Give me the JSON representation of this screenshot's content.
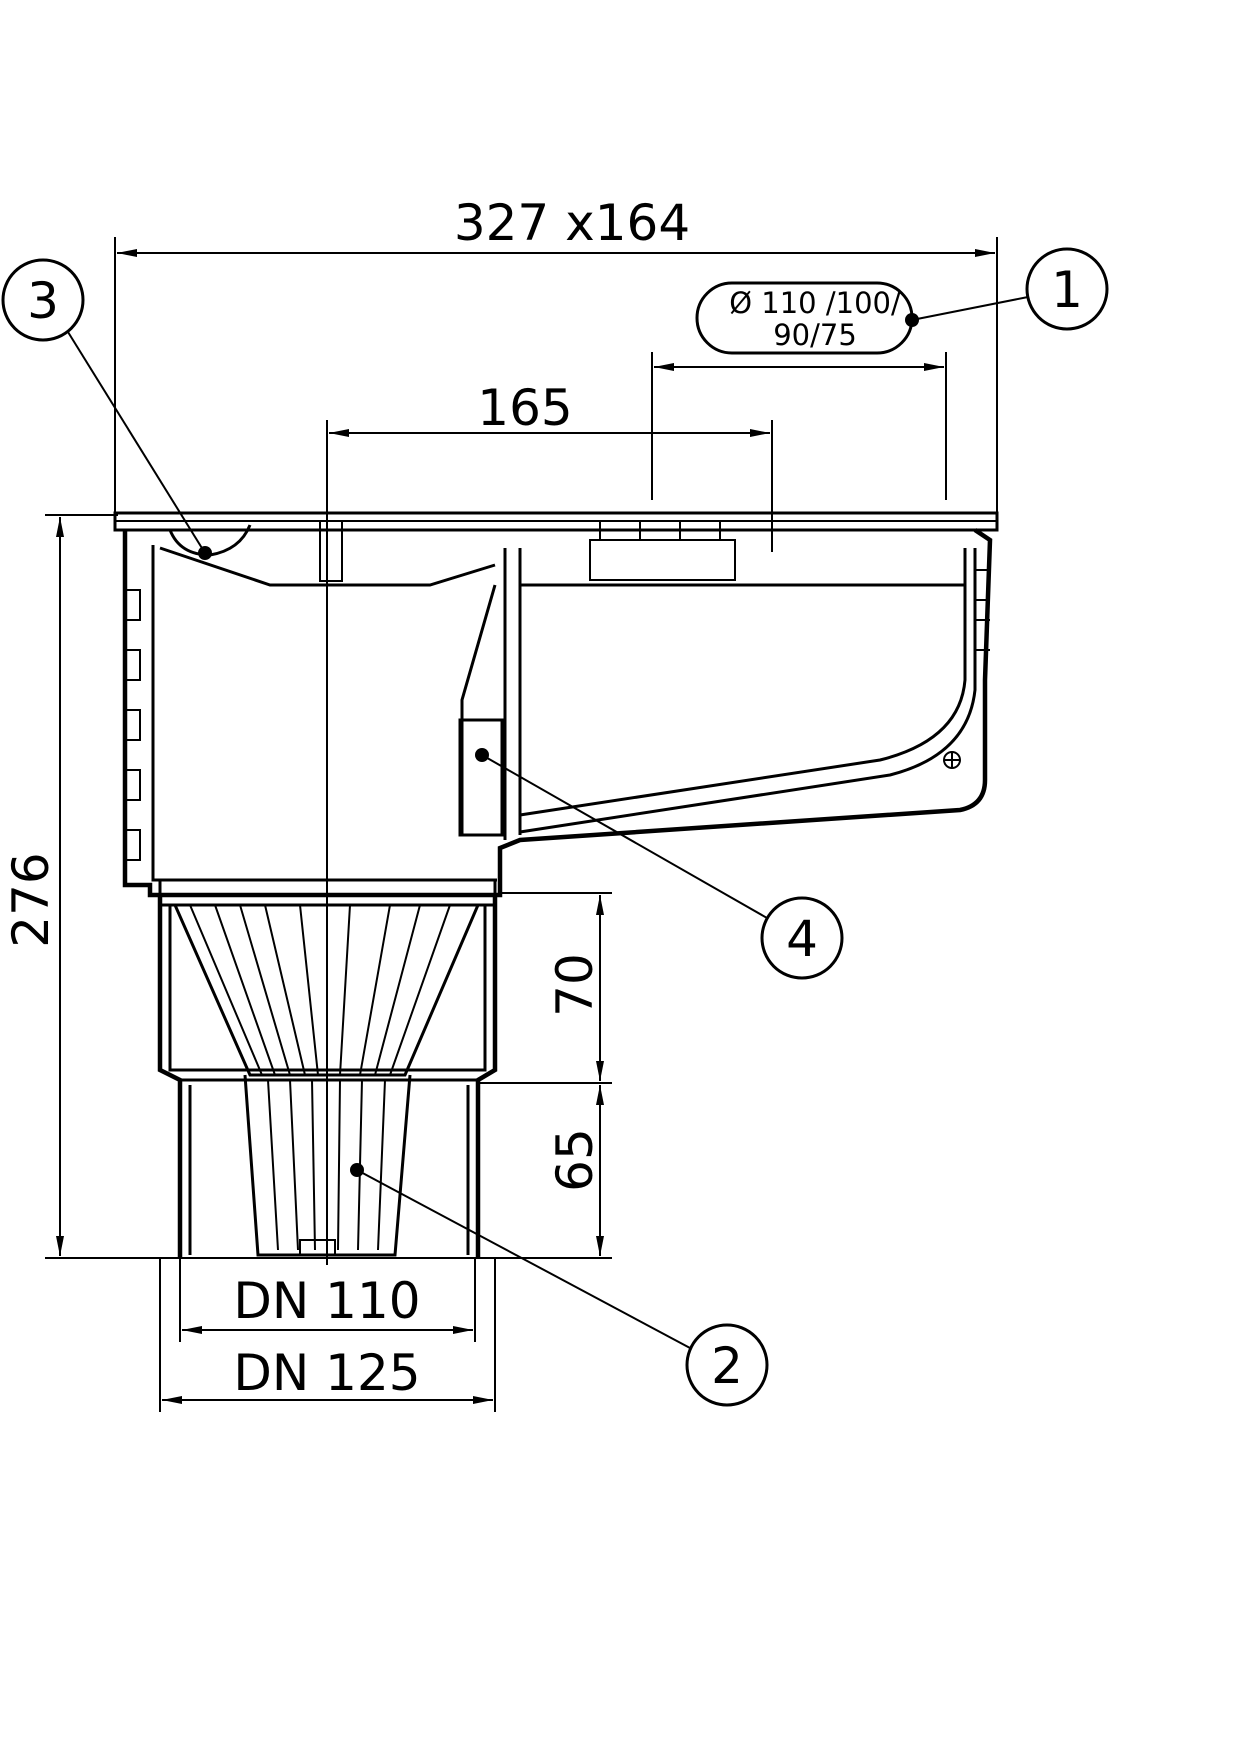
{
  "dimensions": {
    "overall": "327 x164",
    "outlet_diameters_line1": "Ø 110 /100/",
    "outlet_diameters_line2": "90/75",
    "offset": "165",
    "height": "276",
    "upper_pipe": "70",
    "lower_pipe": "65",
    "dn_inner": "DN 110",
    "dn_outer": "DN 125"
  },
  "callouts": [
    "1",
    "2",
    "3",
    "4"
  ]
}
